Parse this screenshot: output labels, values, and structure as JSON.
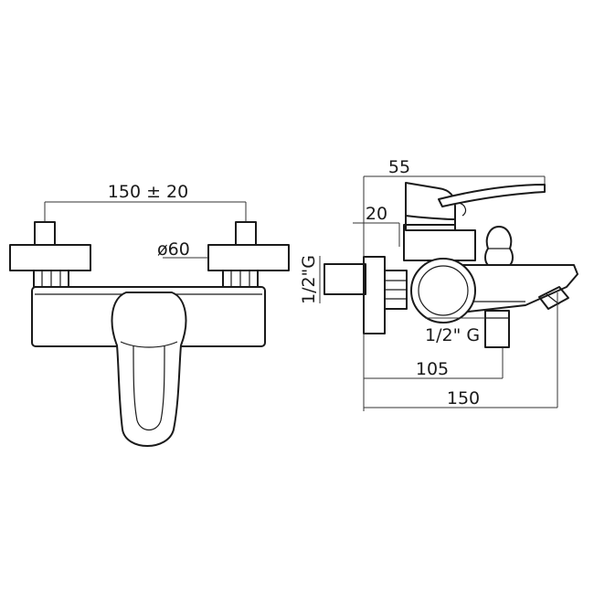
{
  "front_view": {
    "spacing_label": "150 ± 20",
    "flange_label": "ø60"
  },
  "side_view": {
    "depth_label": "55",
    "wall_gap_label": "20",
    "inlet_label": "1/2\"G",
    "outlet_label": "1/2\" G",
    "spout_axis_label": "105",
    "overall_label": "150"
  }
}
